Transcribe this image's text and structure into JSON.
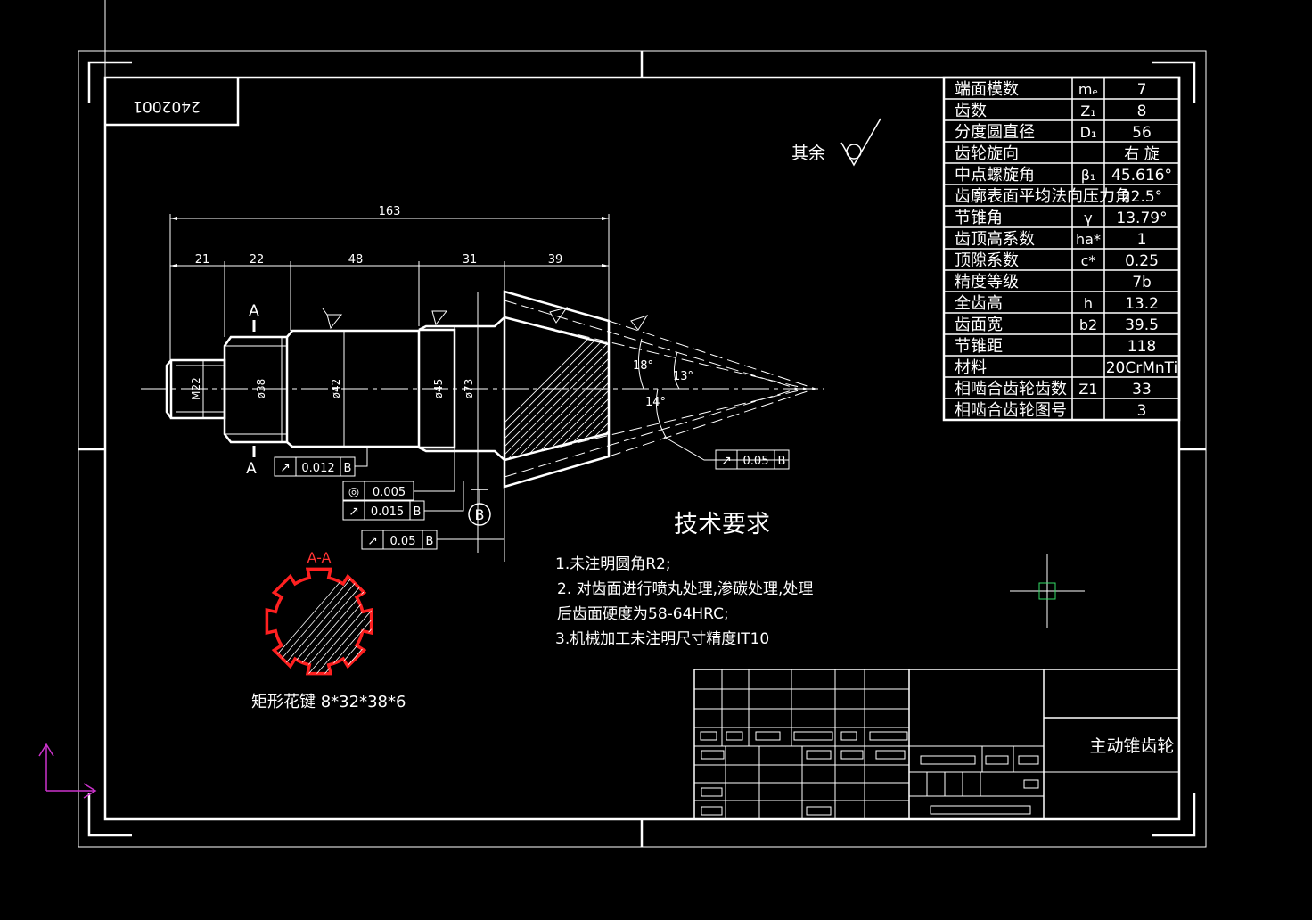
{
  "drawing_number": "2402001",
  "surface_label": "其余",
  "params": [
    {
      "name": "端面模数",
      "sym": "mₑ",
      "val": "7"
    },
    {
      "name": "齿数",
      "sym": "Z₁",
      "val": "8"
    },
    {
      "name": "分度圆直径",
      "sym": "D₁",
      "val": "56"
    },
    {
      "name": "齿轮旋向",
      "sym": "",
      "val": "右 旋"
    },
    {
      "name": "中点螺旋角",
      "sym": "β₁",
      "val": "45.616°"
    },
    {
      "name": "齿廓表面平均法向压力角",
      "sym": "",
      "val": "22.5°"
    },
    {
      "name": "节锥角",
      "sym": "γ",
      "val": "13.79°"
    },
    {
      "name": "齿顶高系数",
      "sym": "ha*",
      "val": "1"
    },
    {
      "name": "顶隙系数",
      "sym": "c*",
      "val": "0.25"
    },
    {
      "name": "精度等级",
      "sym": "",
      "val": "7b"
    },
    {
      "name": "全齿高",
      "sym": "h",
      "val": "13.2"
    },
    {
      "name": "齿面宽",
      "sym": "b2",
      "val": "39.5"
    },
    {
      "name": "节锥距",
      "sym": "",
      "val": "118"
    },
    {
      "name": "材料",
      "sym": "",
      "val": "20CrMnTi"
    },
    {
      "name": "相啮合齿轮齿数",
      "sym": "Z1",
      "val": "33"
    },
    {
      "name": "相啮合齿轮图号",
      "sym": "",
      "val": "3"
    }
  ],
  "dimensions": {
    "total": "163",
    "seg1": "21",
    "seg2": "22",
    "seg3": "48",
    "seg4": "31",
    "seg5": "39",
    "d_thread": "M22",
    "d_spline": "ø38",
    "d_shaft1": "ø42",
    "d_shaft2": "ø45",
    "d_shaft3": "ø73",
    "angle_a": "18°",
    "angle_b": "13°",
    "angle_c": "14°"
  },
  "section_labels": {
    "top": "A",
    "bottom": "A",
    "section_title": "A-A",
    "datum": "B"
  },
  "tolerances": [
    {
      "sym": "↗",
      "val": "0.012",
      "ref": "B"
    },
    {
      "sym": "◎",
      "val": "0.005",
      "ref": ""
    },
    {
      "sym": "↗",
      "val": "0.015",
      "ref": "B"
    },
    {
      "sym": "↗",
      "val": "0.05",
      "ref": "B"
    },
    {
      "sym": "↗",
      "val": "0.05",
      "ref": "B"
    }
  ],
  "tech_req": {
    "title": "技术要求",
    "lines": [
      "1.未注明圆角R2;",
      "2. 对齿面进行喷丸处理,渗碳处理,处理",
      "后齿面硬度为58-64HRC;",
      "3.机械加工未注明尺寸精度IT10"
    ]
  },
  "spline_label": "矩形花键 8*32*38*6",
  "part_name": "主动锥齿轮",
  "colors": {
    "line": "#ffffff",
    "section": "#ff0000",
    "ucs": "#cc33cc",
    "cursor": "#33dd66"
  }
}
